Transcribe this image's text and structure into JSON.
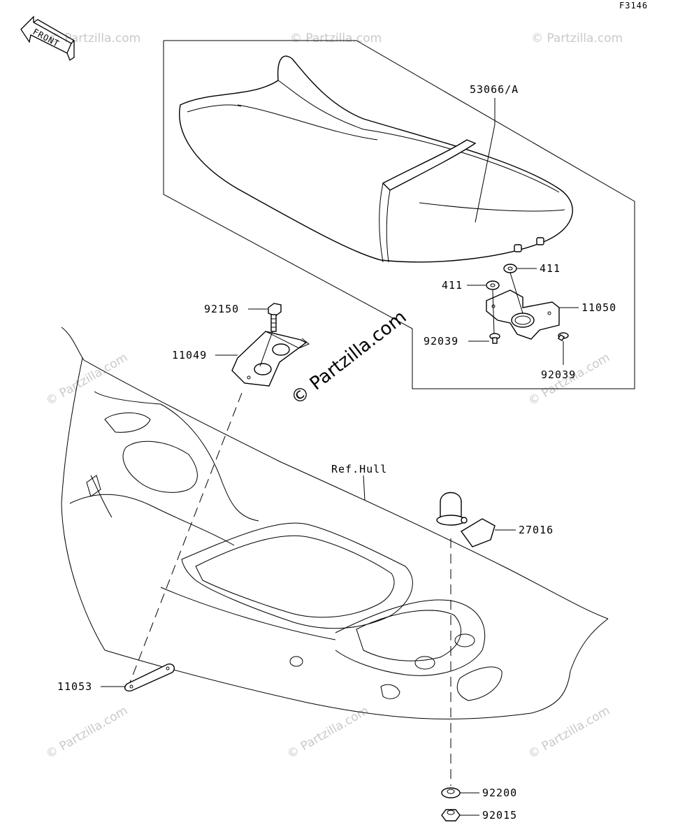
{
  "diagram_code": "F3146",
  "front_label": "FRONT",
  "watermark": "© Partzilla.com",
  "parts": {
    "seat": "53066/A",
    "washer_right": "411",
    "washer_left": "411",
    "bracket_seat": "11050",
    "screw_left": "92039",
    "screw_right": "92039",
    "bolt": "92150",
    "bracket_hull": "11049",
    "hull": "Ref.Hull",
    "cap": "27016",
    "strap": "11053",
    "washer_bottom": "92200",
    "nut": "92015"
  }
}
